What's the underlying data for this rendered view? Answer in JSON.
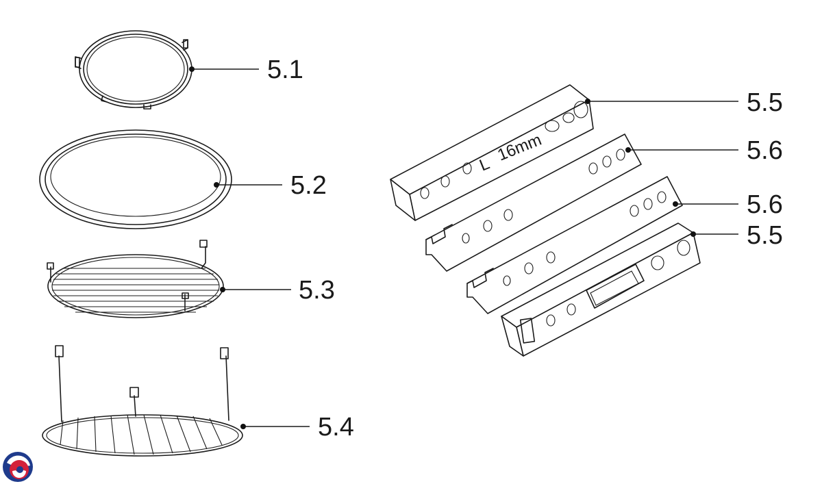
{
  "callouts": {
    "c51": "5.1",
    "c52": "5.2",
    "c53": "5.3",
    "c54": "5.4",
    "c55a": "5.5",
    "c56a": "5.6",
    "c56b": "5.6",
    "c55b": "5.5"
  },
  "bracket_marking": {
    "side": "L",
    "size": "16mm"
  },
  "colors": {
    "line": "#1a1a1a",
    "logo_blue": "#1f3b8c",
    "logo_red": "#d4213a"
  },
  "logo": {
    "icon": "brand-swirl-icon"
  }
}
